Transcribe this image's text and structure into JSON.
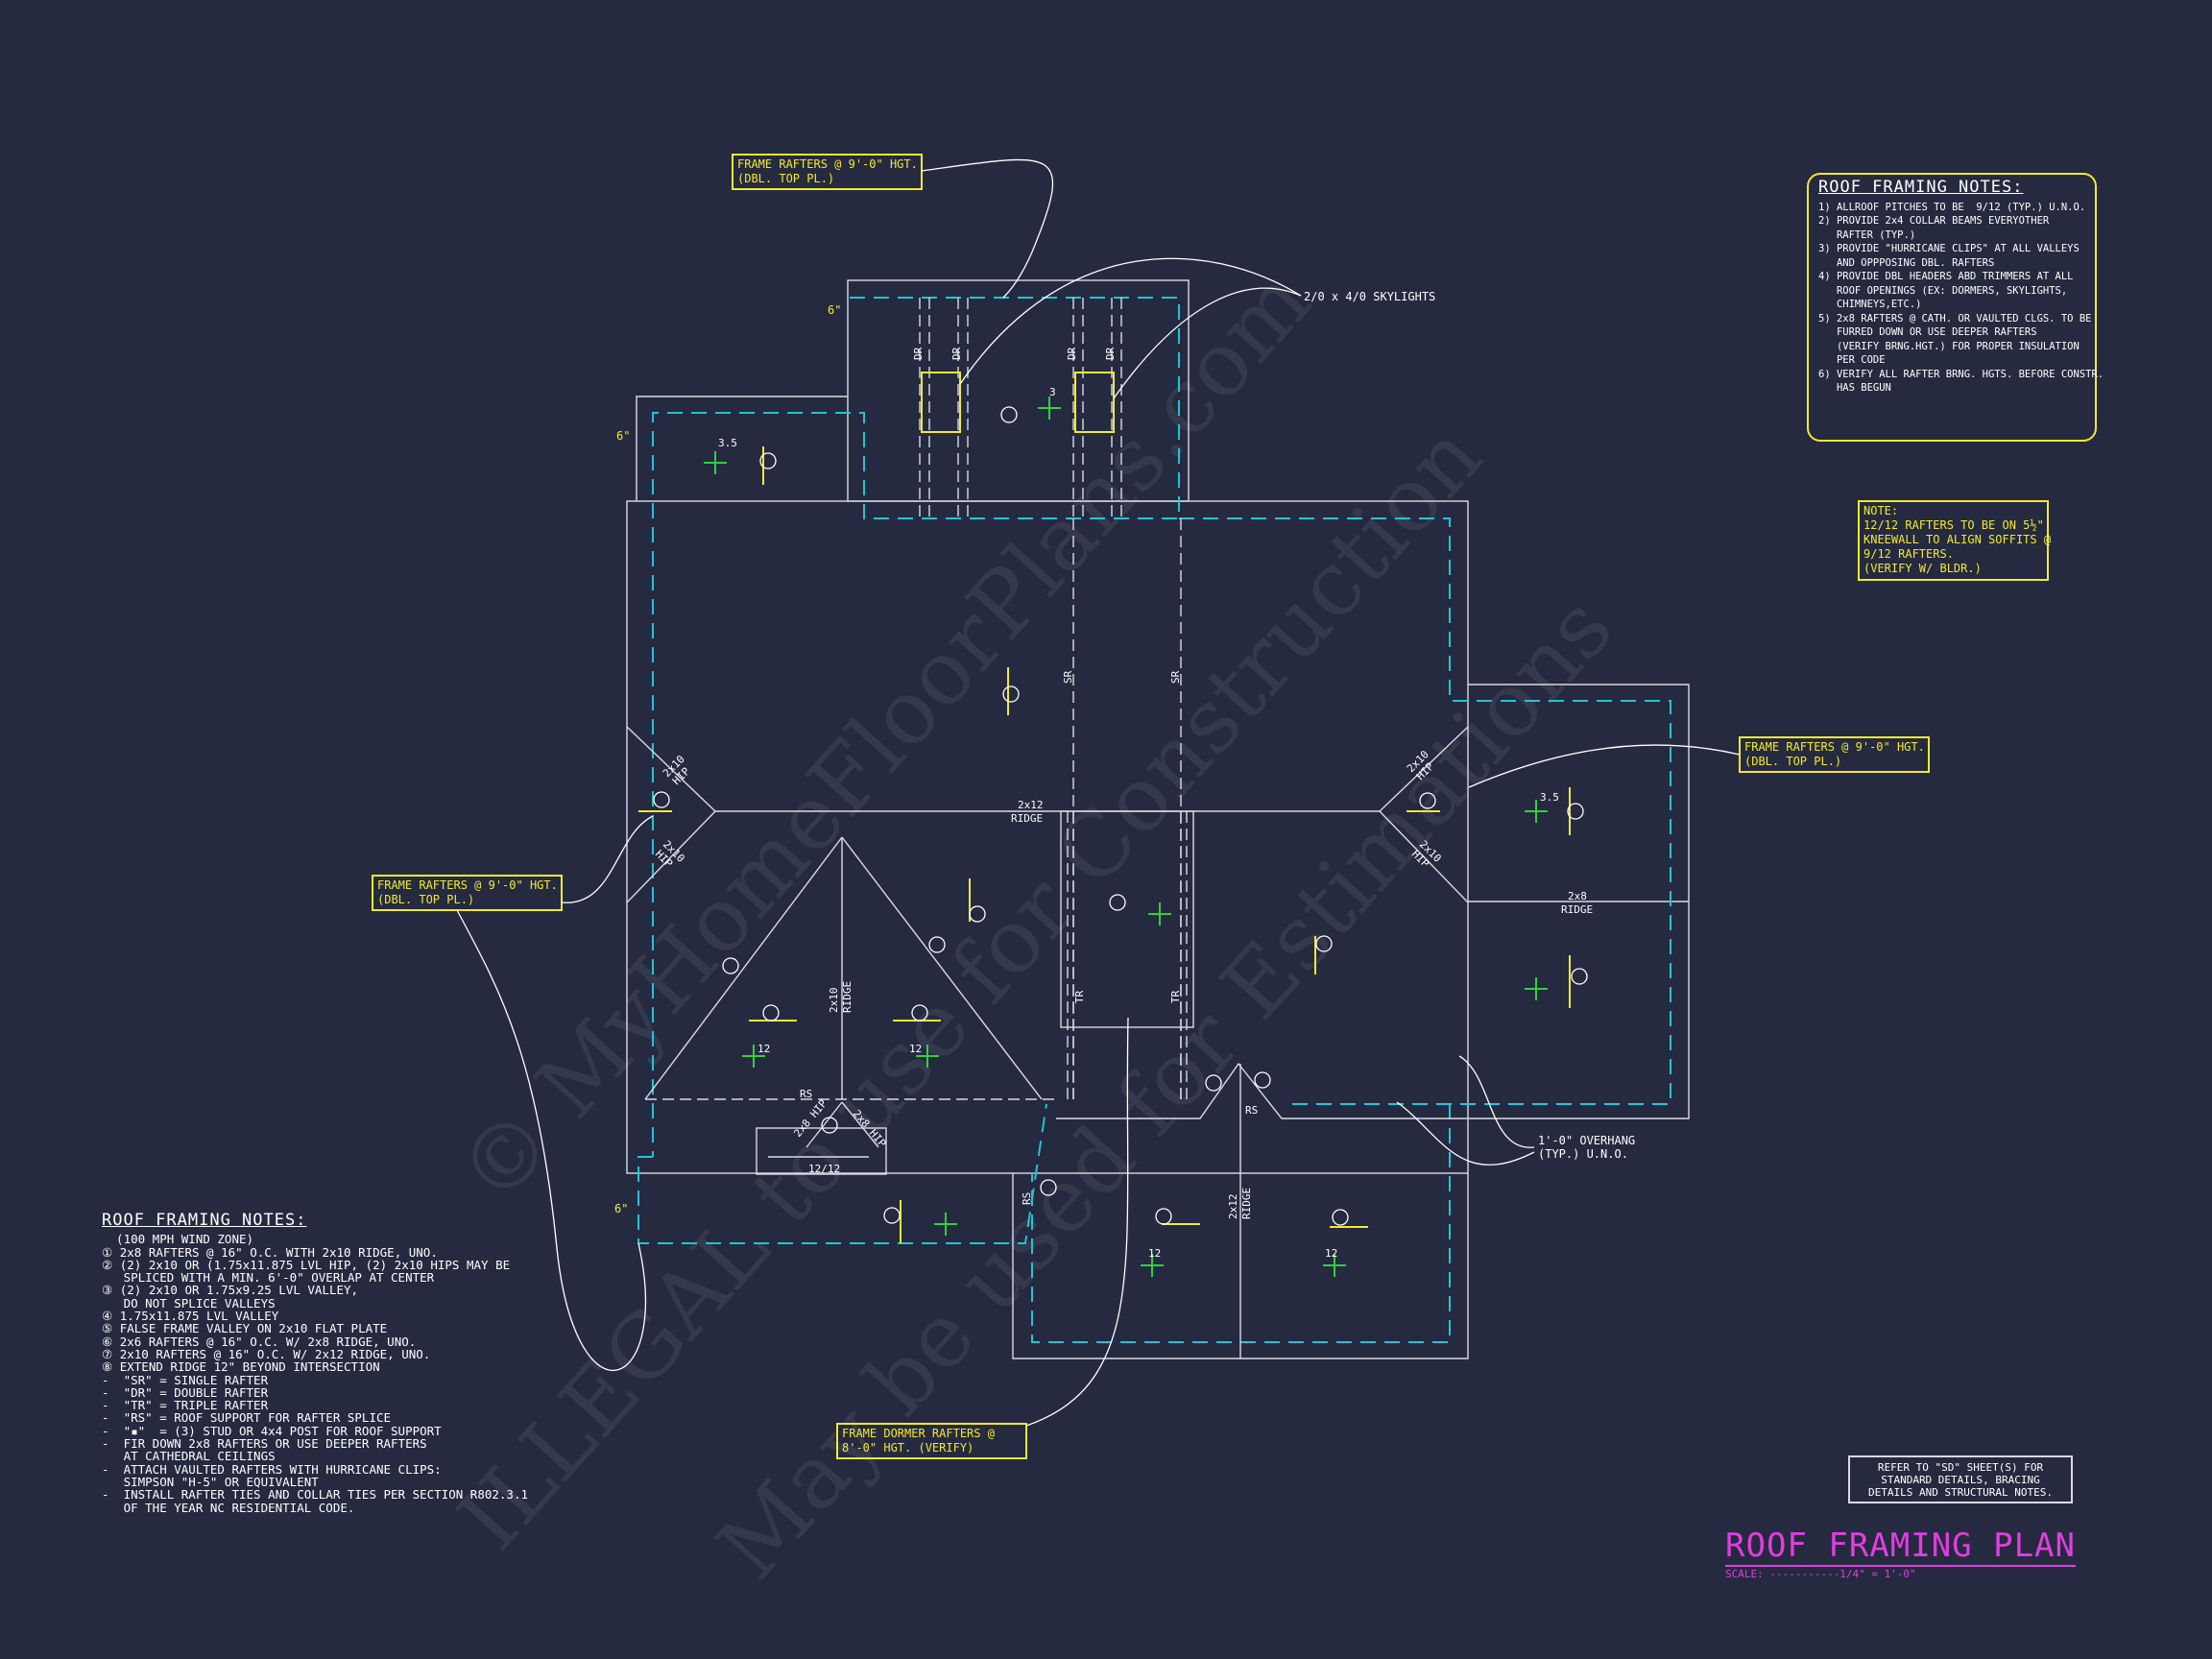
{
  "plan": {
    "title": "ROOF FRAMING PLAN",
    "scale": "SCALE: -----------1/4\" = 1'-0\""
  },
  "reference_note": [
    "REFER TO \"SD\" SHEET(S) FOR",
    "STANDARD DETAILS, BRACING",
    "DETAILS AND STRUCTURAL NOTES."
  ],
  "right_notes": {
    "title": "ROOF FRAMING NOTES:",
    "lines": [
      "1) ALLROOF PITCHES TO BE  9/12 (TYP.) U.N.O.",
      "2) PROVIDE 2x4 COLLAR BEAMS EVERYOTHER",
      "   RAFTER (TYP.)",
      "3) PROVIDE \"HURRICANE CLIPS\" AT ALL VALLEYS",
      "   AND OPPPOSING DBL. RAFTERS",
      "4) PROVIDE DBL HEADERS ABD TRIMMERS AT ALL",
      "   ROOF OPENINGS (EX: DORMERS, SKYLIGHTS,",
      "   CHIMNEYS,ETC.)",
      "5) 2x8 RAFTERS @ CATH. OR VAULTED CLGS. TO BE",
      "   FURRED DOWN OR USE DEEPER RAFTERS",
      "   (VERIFY BRNG.HGT.) FOR PROPER INSULATION",
      "   PER CODE",
      "6) VERIFY ALL RAFTER BRNG. HGTS. BEFORE CONSTR.",
      "   HAS BEGUN"
    ]
  },
  "left_notes": {
    "title": "ROOF FRAMING NOTES:",
    "lines": [
      "  (100 MPH WIND ZONE)",
      "① 2x8 RAFTERS @ 16\" O.C. WITH 2x10 RIDGE, UNO.",
      "② (2) 2x10 OR (1.75x11.875 LVL HIP, (2) 2x10 HIPS MAY BE",
      "   SPLICED WITH A MIN. 6'-0\" OVERLAP AT CENTER",
      "③ (2) 2x10 OR 1.75x9.25 LVL VALLEY,",
      "   DO NOT SPLICE VALLEYS",
      "④ 1.75x11.875 LVL VALLEY",
      "⑤ FALSE FRAME VALLEY ON 2x10 FLAT PLATE",
      "⑥ 2x6 RAFTERS @ 16\" O.C. W/ 2x8 RIDGE, UNO.",
      "⑦ 2x10 RAFTERS @ 16\" O.C. W/ 2x12 RIDGE, UNO.",
      "⑧ EXTEND RIDGE 12\" BEYOND INTERSECTION",
      "-  \"SR\" = SINGLE RAFTER",
      "-  \"DR\" = DOUBLE RAFTER",
      "-  \"TR\" = TRIPLE RAFTER",
      "-  \"RS\" = ROOF SUPPORT FOR RAFTER SPLICE",
      "-  \"▪\"  = (3) STUD OR 4x4 POST FOR ROOF SUPPORT",
      "-  FIR DOWN 2x8 RAFTERS OR USE DEEPER RAFTERS",
      "   AT CATHEDRAL CEILINGS",
      "-  ATTACH VAULTED RAFTERS WITH HURRICANE CLIPS:",
      "   SIMPSON \"H-5\" OR EQUIVALENT",
      "-  INSTALL RAFTER TIES AND COLLAR TIES PER SECTION R802.3.1",
      "   OF THE YEAR NC RESIDENTIAL CODE."
    ]
  },
  "callouts": {
    "top": [
      "FRAME RAFTERS @ 9'-0\" HGT.",
      "(DBL. TOP PL.)"
    ],
    "left": [
      "FRAME RAFTERS @ 9'-0\" HGT.",
      "(DBL. TOP PL.)"
    ],
    "right": [
      "FRAME RAFTERS @ 9'-0\" HGT.",
      "(DBL. TOP PL.)"
    ],
    "dormer": [
      "FRAME DORMER RAFTERS @",
      "8'-0\" HGT. (VERIFY)"
    ],
    "kneewall": [
      "NOTE:",
      "12/12 RAFTERS TO BE ON 5½\"",
      "KNEEWALL TO ALIGN SOFFITS @",
      "9/12 RAFTERS.",
      "(VERIFY W/ BLDR.)"
    ],
    "skylights": "2/0 x 4/0 SKYLIGHTS",
    "overhang": [
      "1'-0\" OVERHANG",
      "(TYP.) U.N.O."
    ]
  },
  "labels": {
    "ridge_2x12": [
      "2x12",
      "RIDGE"
    ],
    "ridge_2x8": [
      "2x8",
      "RIDGE"
    ],
    "ridge_2x10": [
      "2x10",
      "RIDGE"
    ],
    "ridge_2x12_b": [
      "2x12",
      "RIDGE"
    ],
    "hip": [
      "2x10",
      "HIP"
    ],
    "hip_small": "2x8 HIP",
    "rs": "RS",
    "sr": "SR",
    "dr": "DR",
    "tr": "TR",
    "pitch_1212": "12/12",
    "six_in": "6\"",
    "pitch_12": "12",
    "pitch_35": "3.5",
    "pitch_3": "3"
  },
  "watermark": [
    "© MyHomeFloorPlans.com",
    "ILLEGAL to use for Construction",
    "May be used for Estimations"
  ]
}
